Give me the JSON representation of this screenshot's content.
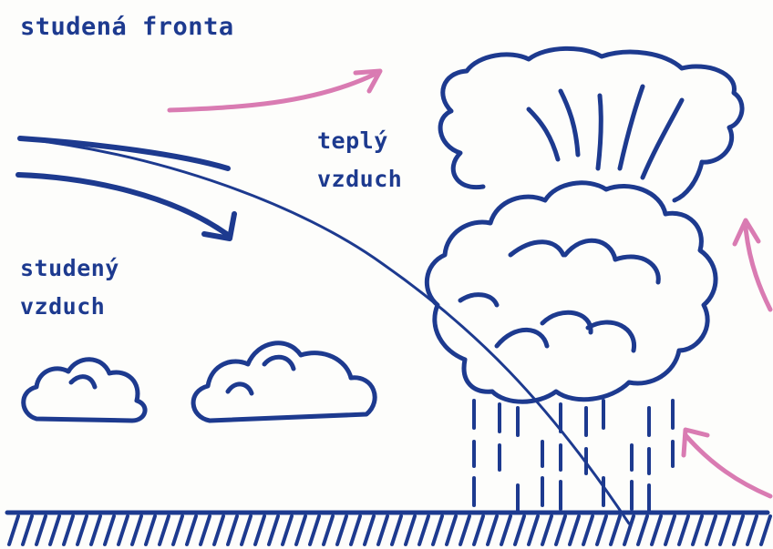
{
  "diagram": {
    "title": "studená fronta",
    "warm_air_line1": "teplý",
    "warm_air_line2": "vzduch",
    "cold_air_line1": "studený",
    "cold_air_line2": "vzduch"
  },
  "colors": {
    "ink": "#1d3a8f",
    "warm_arrow": "#d97bb2",
    "background": "#fdfdfb"
  }
}
